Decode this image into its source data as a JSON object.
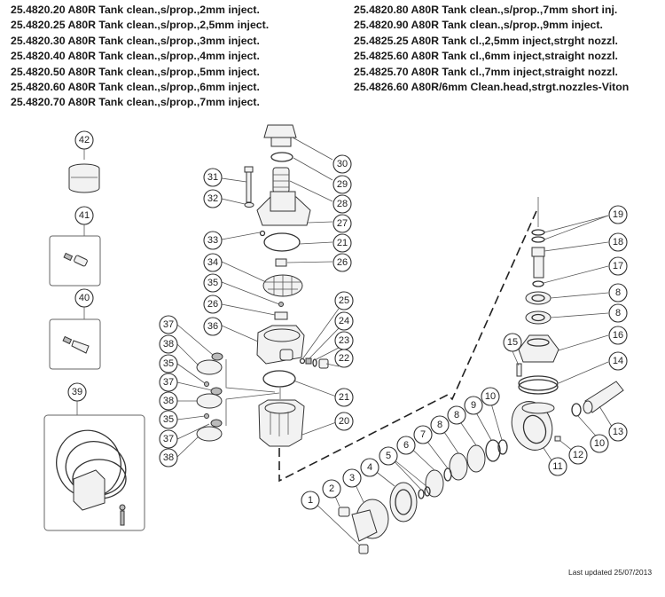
{
  "parts_list": {
    "left": [
      "25.4820.20 A80R Tank clean.,s/prop.,2mm inject.",
      "25.4820.25 A80R Tank clean.,s/prop.,2,5mm inject.",
      "25.4820.30 A80R Tank clean.,s/prop.,3mm inject.",
      "25.4820.40 A80R Tank clean.,s/prop.,4mm inject.",
      "25.4820.50 A80R Tank clean.,s/prop.,5mm inject.",
      "25.4820.60 A80R Tank clean.,s/prop.,6mm inject.",
      "25.4820.70 A80R Tank clean.,s/prop.,7mm inject."
    ],
    "right": [
      "25.4820.80 A80R Tank clean.,s/prop.,7mm short inj.",
      "25.4820.90 A80R Tank clean.,s/prop.,9mm inject.",
      "25.4825.25 A80R Tank cl.,2,5mm inject,strght nozzl.",
      "25.4825.60 A80R Tank cl.,6mm inject,straight nozzl.",
      "25.4825.70 A80R Tank cl.,7mm inject,straight nozzl.",
      "25.4826.60 A80R/6mm Clean.head,strgt.nozzles-Viton"
    ]
  },
  "callouts": [
    "42",
    "41",
    "40",
    "39",
    "31",
    "32",
    "33",
    "34",
    "35",
    "26",
    "36",
    "30",
    "29",
    "28",
    "27",
    "21",
    "26",
    "25",
    "24",
    "23",
    "22",
    "21",
    "20",
    "37",
    "38",
    "35",
    "37",
    "38",
    "35",
    "37",
    "38",
    "19",
    "18",
    "17",
    "8",
    "8",
    "16",
    "15",
    "14",
    "13",
    "10",
    "12",
    "11",
    "10",
    "9",
    "8",
    "8",
    "7",
    "6",
    "5",
    "4",
    "3",
    "2",
    "1"
  ],
  "footer": {
    "last_updated": "Last updated 25/07/2013"
  }
}
